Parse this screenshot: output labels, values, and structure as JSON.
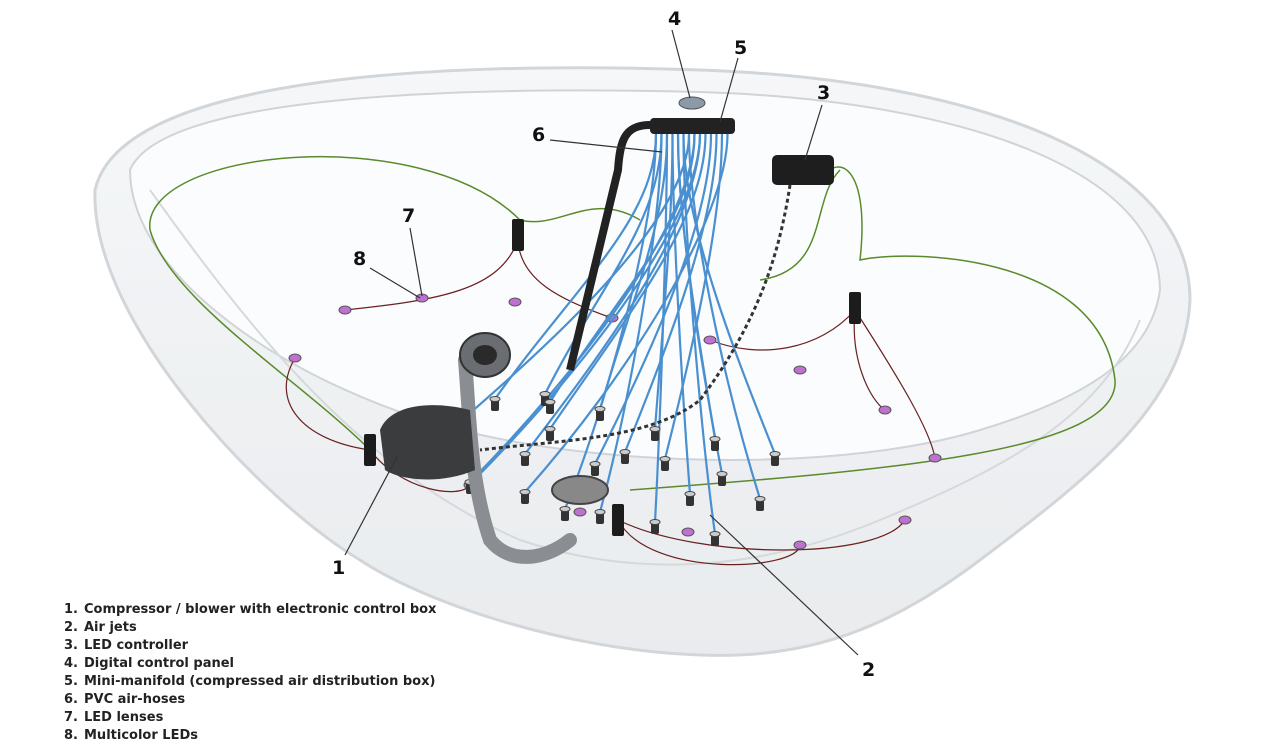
{
  "callouts": [
    {
      "number": "1"
    },
    {
      "number": "2"
    },
    {
      "number": "3"
    },
    {
      "number": "4"
    },
    {
      "number": "5"
    },
    {
      "number": "6"
    },
    {
      "number": "7"
    },
    {
      "number": "8"
    }
  ],
  "legend": [
    {
      "number": "1.",
      "label": "Compressor / blower with electronic control box"
    },
    {
      "number": "2.",
      "label": "Air jets"
    },
    {
      "number": "3.",
      "label": "LED controller"
    },
    {
      "number": "4.",
      "label": "Digital control panel"
    },
    {
      "number": "5.",
      "label": "Mini-manifold (compressed air distribution box)"
    },
    {
      "number": "6.",
      "label": "PVC air-hoses"
    },
    {
      "number": "7.",
      "label": "LED lenses"
    },
    {
      "number": "8.",
      "label": "Multicolor LEDs"
    }
  ],
  "colors": {
    "hose": "#4a90d0",
    "wire_green": "#5a8a2a",
    "wire_red": "#6a2020",
    "tub": "#c8ccd0",
    "led": "#c070d0"
  }
}
